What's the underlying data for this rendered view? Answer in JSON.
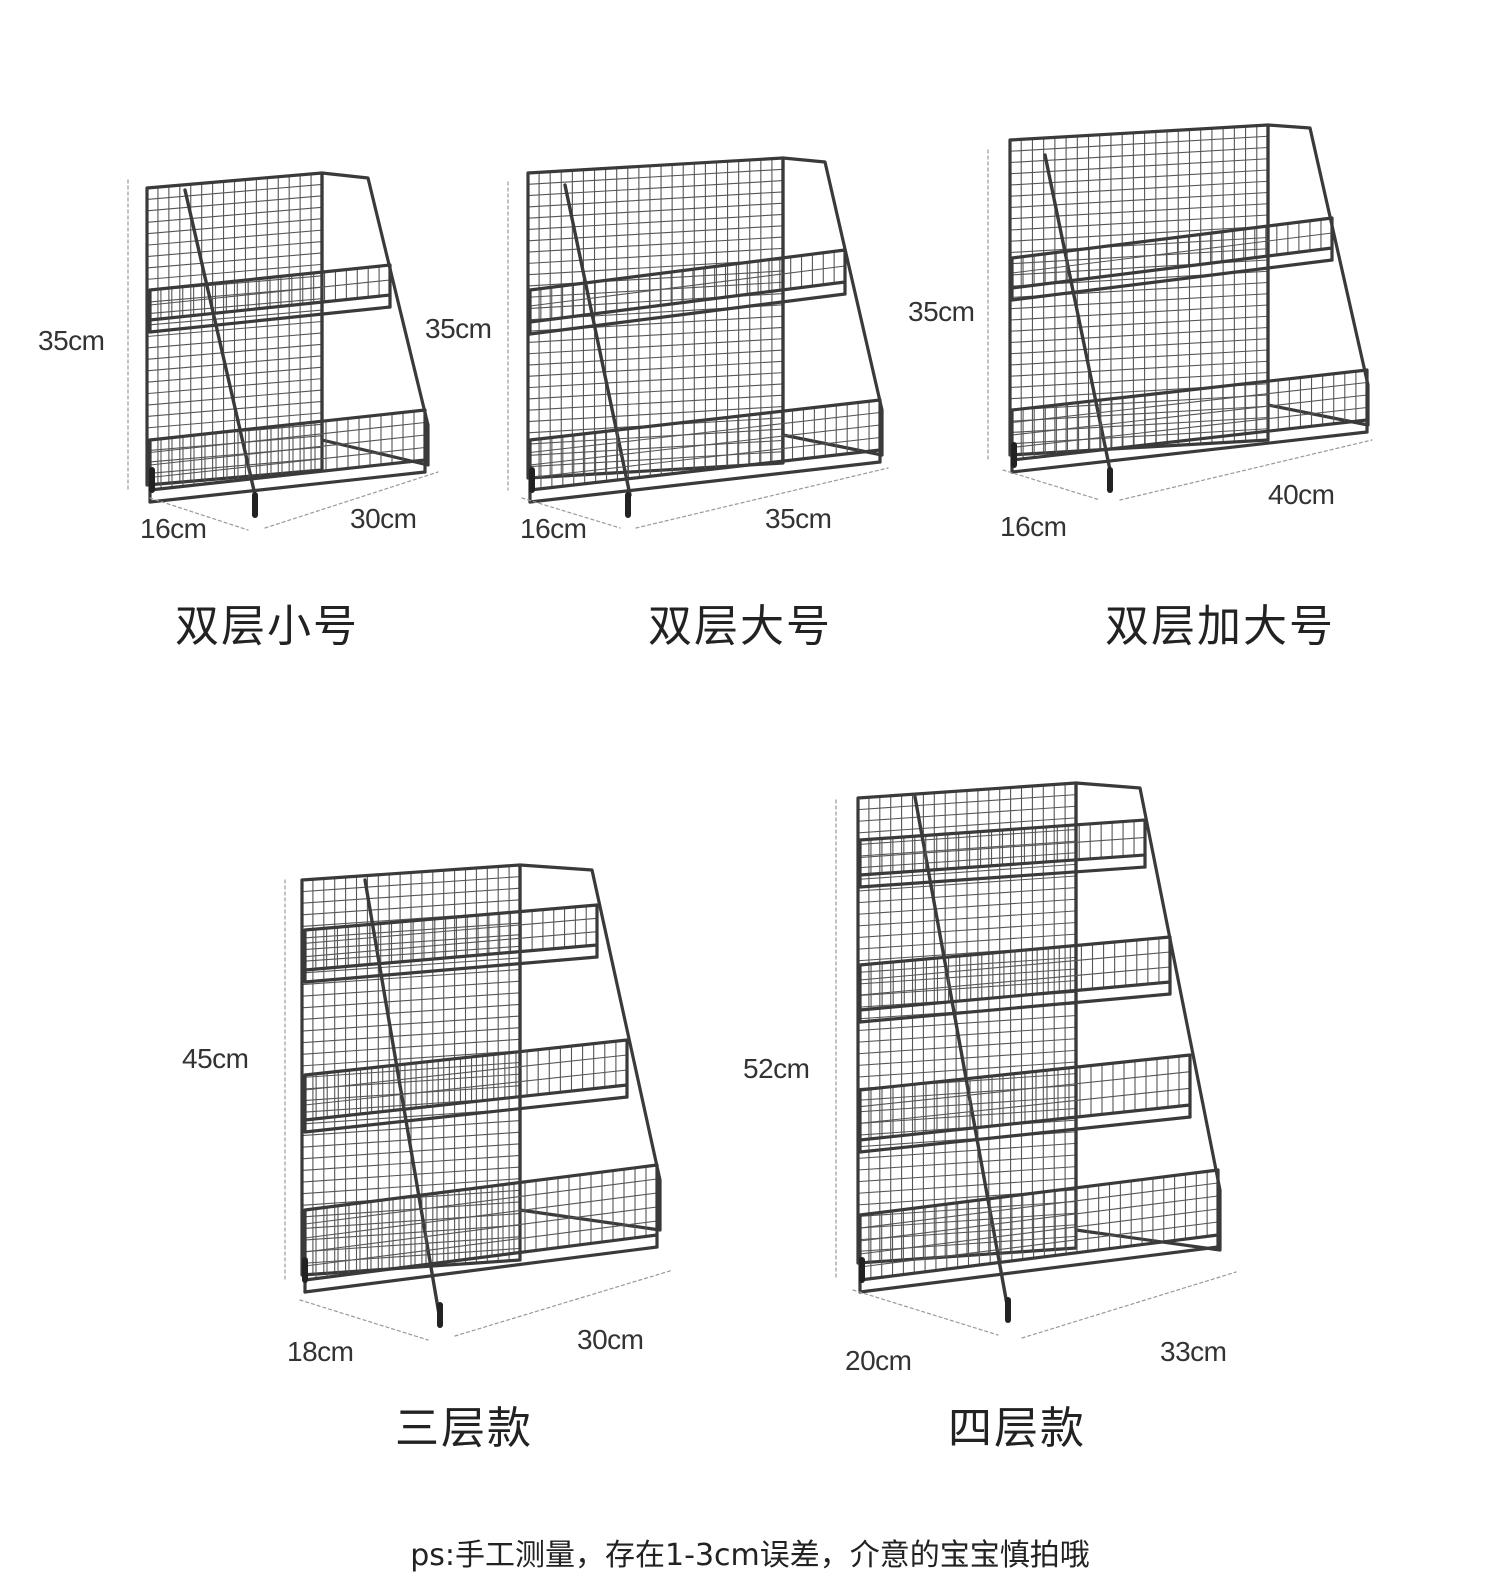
{
  "products": [
    {
      "id": "two-tier-small",
      "name": "双层小号",
      "height": "35cm",
      "depth": "16cm",
      "width": "30cm"
    },
    {
      "id": "two-tier-large",
      "name": "双层大号",
      "height": "35cm",
      "depth": "16cm",
      "width": "35cm"
    },
    {
      "id": "two-tier-xlarge",
      "name": "双层加大号",
      "height": "35cm",
      "depth": "16cm",
      "width": "40cm"
    },
    {
      "id": "three-tier",
      "name": "三层款",
      "height": "45cm",
      "depth": "18cm",
      "width": "30cm"
    },
    {
      "id": "four-tier",
      "name": "四层款",
      "height": "52cm",
      "depth": "20cm",
      "width": "33cm"
    }
  ],
  "note": "ps:手工测量，存在1-3cm误差，介意的宝宝慎拍哦",
  "colors": {
    "rack": "#3a3a3a",
    "dim_line": "#999999",
    "text": "#2a2a2a"
  }
}
